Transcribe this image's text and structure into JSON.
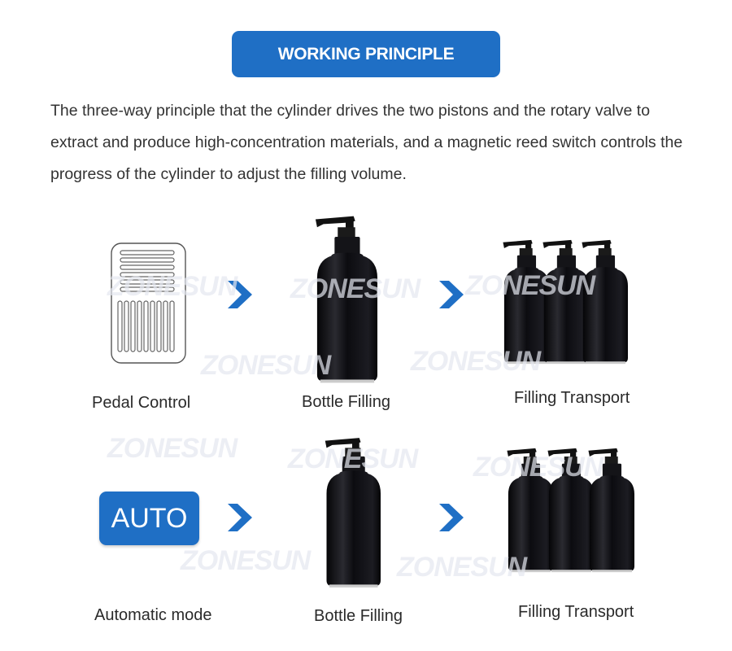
{
  "header": {
    "title": "WORKING PRINCIPLE"
  },
  "description": "The three-way principle that the cylinder drives the two pistons and the rotary valve to extract and produce high-concentration materials, and a magnetic reed switch controls the progress of the cylinder to adjust the filling volume.",
  "row1": {
    "step1": "Pedal Control",
    "step2": "Bottle Filling",
    "step3": "Filling Transport"
  },
  "row2": {
    "badge": "AUTO",
    "step1": "Automatic mode",
    "step2": "Bottle Filling",
    "step3": "Filling Transport"
  },
  "watermark": "ZONESUN",
  "colors": {
    "accent": "#1f6fc5",
    "bottle": "#0c0c10"
  }
}
